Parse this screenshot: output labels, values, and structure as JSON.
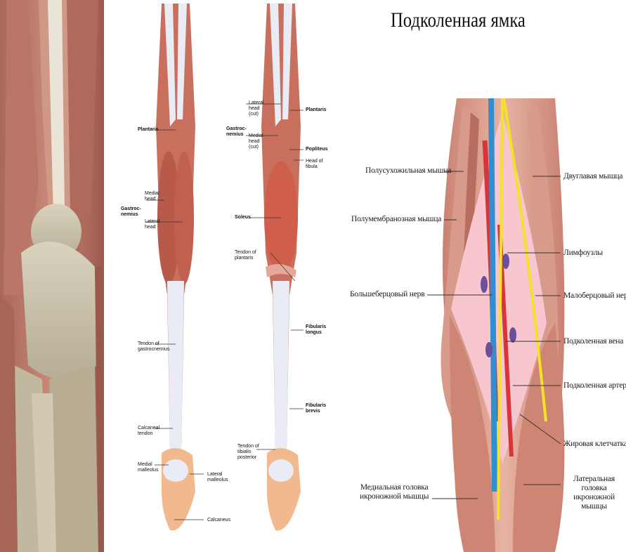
{
  "figure": {
    "title": "Подколенная ямка",
    "posterior_leg_labels": {
      "plantaris": "Plantaris",
      "gastrocnemius": "Gastroc-\nnemius",
      "medial_head": "Medial\nhead",
      "lateral_head": "Lateral\nhead",
      "tendon_of_gastrocnemius": "Tendon of\ngastrocnemius",
      "calcaneal_tendon": "Calcaneal\ntendon",
      "medial_malleolus": "Medial\nmalleolus",
      "lateral_malleolus": "Lateral\nmalleolus",
      "calcaneus": "Calcaneus"
    },
    "deep_leg_labels": {
      "gastrocnemius": "Gastroc-\nnemius",
      "lateral_head_cut": "Lateral\nhead\n(cut)",
      "medial_head_cut": "Medial\nhead\n(cut)",
      "plantaris": "Plantaris",
      "popliteus": "Popliteus",
      "head_of_fibula": "Head of\nfibula",
      "soleus": "Soleus",
      "tendon_of_plantaris": "Tendon of\nplantaris",
      "fibularis_longus": "Fibularis\nlongus",
      "fibularis_brevis": "Fibularis\nbrevis",
      "tendon_of_tibialis_posterior": "Tendon of\ntibialis\nposterior"
    },
    "fossa_labels": {
      "semitendinosus": "Полусухожильная мышца",
      "semimembranosus": "Полумембранозная мышца",
      "tibial_nerve": "Большеберцовый нерв",
      "medial_gastrocnemius": "Медиальная головка\nикроножной мышцы",
      "biceps": "Двуглавая мышца",
      "lymph_nodes": "Лимфоузлы",
      "peroneal_nerve": "Малоберцовый нерв",
      "popliteal_vein": "Подколенная вена",
      "popliteal_artery": "Подколенная артерия",
      "fat_tissue": "Жировая клетчатка",
      "lateral_gastrocnemius": "Латеральная головка\nикроножной мышцы"
    },
    "colors": {
      "muscle": "#c96f5e",
      "muscle_light": "#e6a898",
      "tendon": "#e9ecf4",
      "artery": "#d8343a",
      "vein": "#2f8fd0",
      "nerve": "#f3e12a",
      "fat": "#f7c6cf",
      "lymph": "#6a4f9c",
      "bone": "#e8e0c8"
    }
  }
}
